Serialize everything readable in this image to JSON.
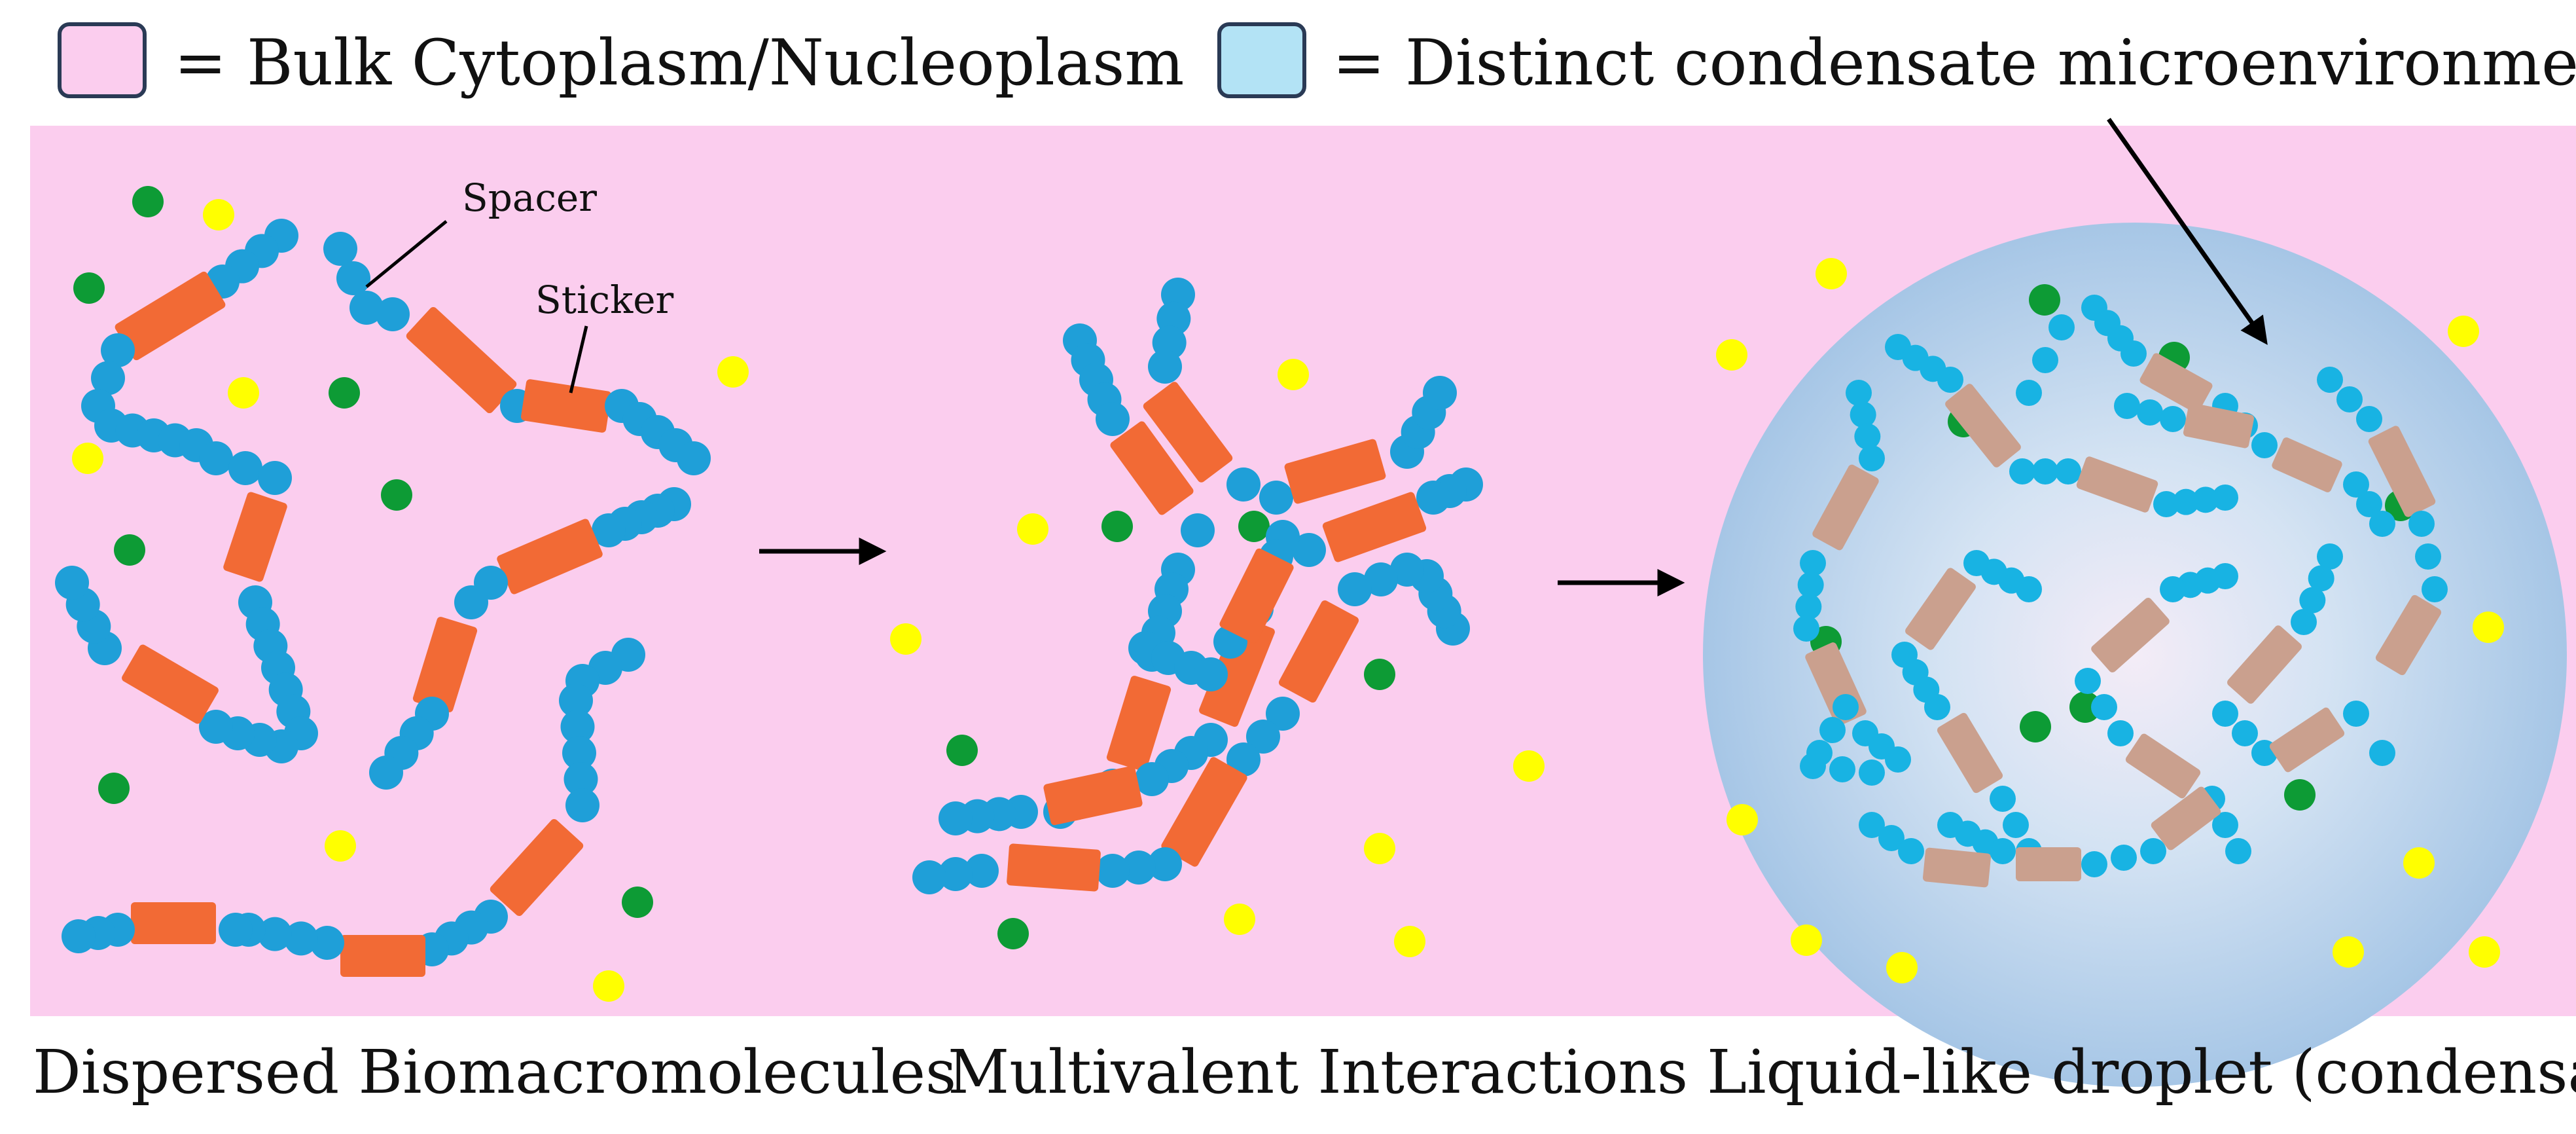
{
  "legend": {
    "bulk_label": "= Bulk Cytoplasm/Nucleoplasm",
    "condensate_label": "= Distinct condensate microenvironment",
    "bulk_color": "#fbcdee",
    "condensate_color": "#b3e3f5"
  },
  "annotations": {
    "spacer": "Spacer",
    "sticker": "Sticker"
  },
  "captions": {
    "stage1": "Dispersed Biomacromolecules",
    "stage2": "Multivalent Interactions",
    "stage3": "Liquid-like droplet (condensate)"
  },
  "colors": {
    "spacer_bead": "#1f9fd8",
    "spacer_bead_condensate": "#18b3e3",
    "sticker": "#f26a35",
    "sticker_condensate": "#caa08e",
    "green_particle": "#0d9b35",
    "yellow_particle": "#ffff00",
    "droplet": "#a9cbe8"
  },
  "icons": [
    "right-arrow-icon",
    "right-arrow-icon"
  ]
}
